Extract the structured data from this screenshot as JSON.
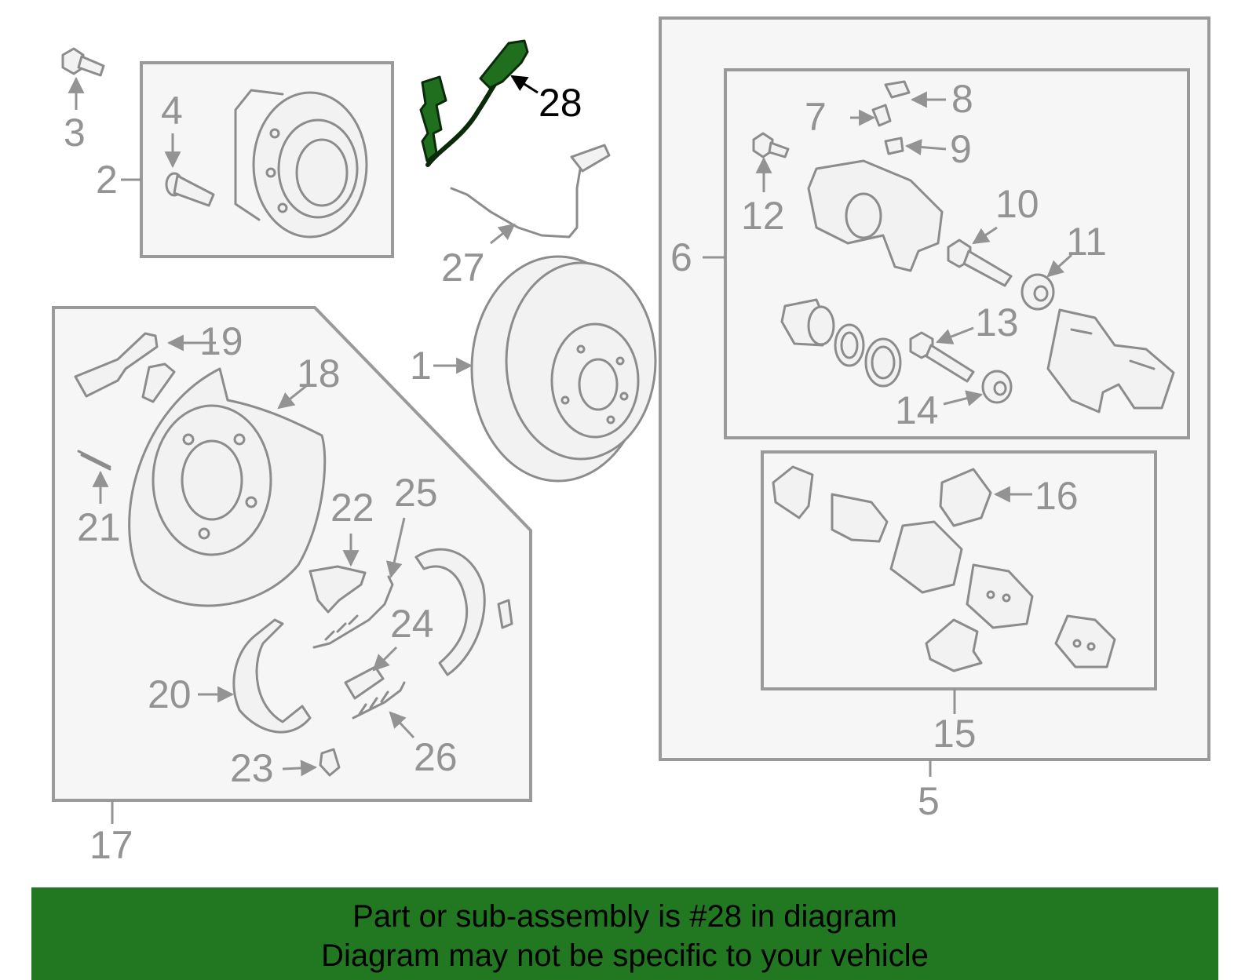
{
  "highlight_color": "#217821",
  "highlighted_part": "28",
  "callouts": {
    "c1": "1",
    "c2": "2",
    "c3": "3",
    "c4": "4",
    "c5": "5",
    "c6": "6",
    "c7": "7",
    "c8": "8",
    "c9": "9",
    "c10": "10",
    "c11": "11",
    "c12": "12",
    "c13": "13",
    "c14": "14",
    "c15": "15",
    "c16": "16",
    "c17": "17",
    "c18": "18",
    "c19": "19",
    "c20": "20",
    "c21": "21",
    "c22": "22",
    "c23": "23",
    "c24": "24",
    "c25": "25",
    "c26": "26",
    "c27": "27",
    "c28": "28"
  },
  "banner": {
    "line1": "Part or sub-assembly is #28 in diagram",
    "line2": "Diagram may not be specific to your vehicle"
  }
}
